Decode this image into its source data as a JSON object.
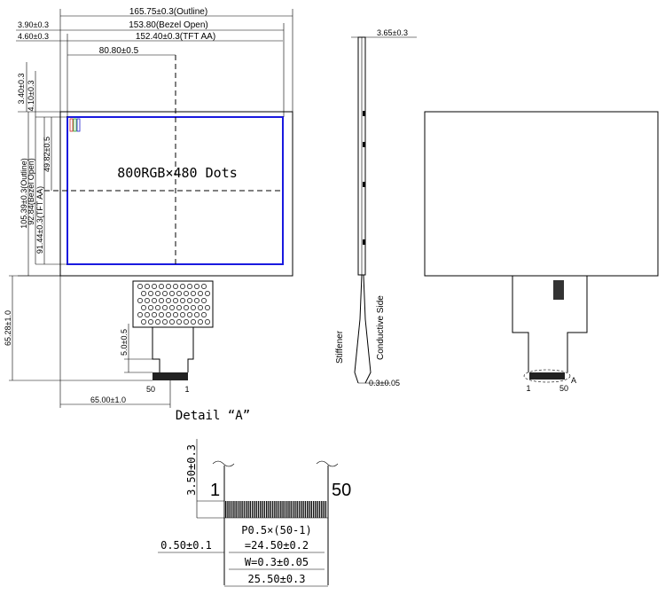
{
  "front_view": {
    "dim_outline_width": "165.75±0.3(Outline)",
    "dim_bezel_open_width": "153.80(Bezel Open)",
    "dim_tft_aa_width": "152.40±0.3(TFT AA)",
    "dim_center_x": "80.80±0.5",
    "dim_left_outline_offset": "3.90±0.3",
    "dim_left_aa_offset": "4.60±0.3",
    "dim_top_outline_offset": "3.40±0.3",
    "dim_top_aa_offset": "4.10±0.3",
    "dim_center_y": "49.82±0.5",
    "dim_aa_height": "91.44±0.3(TFT AA)",
    "dim_bezel_height": "92.84(Bezel Open)",
    "dim_outline_height": "105.39±0.3(Outline)",
    "dim_fpc_length": "65.28±1.0",
    "dim_fpc_tail": "5.0±0.5",
    "dim_fpc_position": "65.00±1.0",
    "resolution_label": "800RGB×480 Dots",
    "pin_left": "50",
    "pin_right": "1"
  },
  "side_view": {
    "dim_thickness": "3.65±0.3",
    "label_stiffener": "Stiffener",
    "label_conductive": "Conductive Side",
    "dim_fpc_thickness": "0.3±0.05"
  },
  "back_view": {
    "pin_left": "1",
    "pin_right": "50",
    "detail_marker": "A"
  },
  "detail": {
    "title": "Detail “A”",
    "pin_first": "1",
    "pin_last": "50",
    "dim_stiffener": "3.50±0.3",
    "dim_pitch_line1": "P0.5×(50-1)",
    "dim_pitch_line2": "=24.50±0.2",
    "dim_width": "W=0.3±0.05",
    "dim_total": "25.50±0.3",
    "dim_edge": "0.50±0.1"
  }
}
